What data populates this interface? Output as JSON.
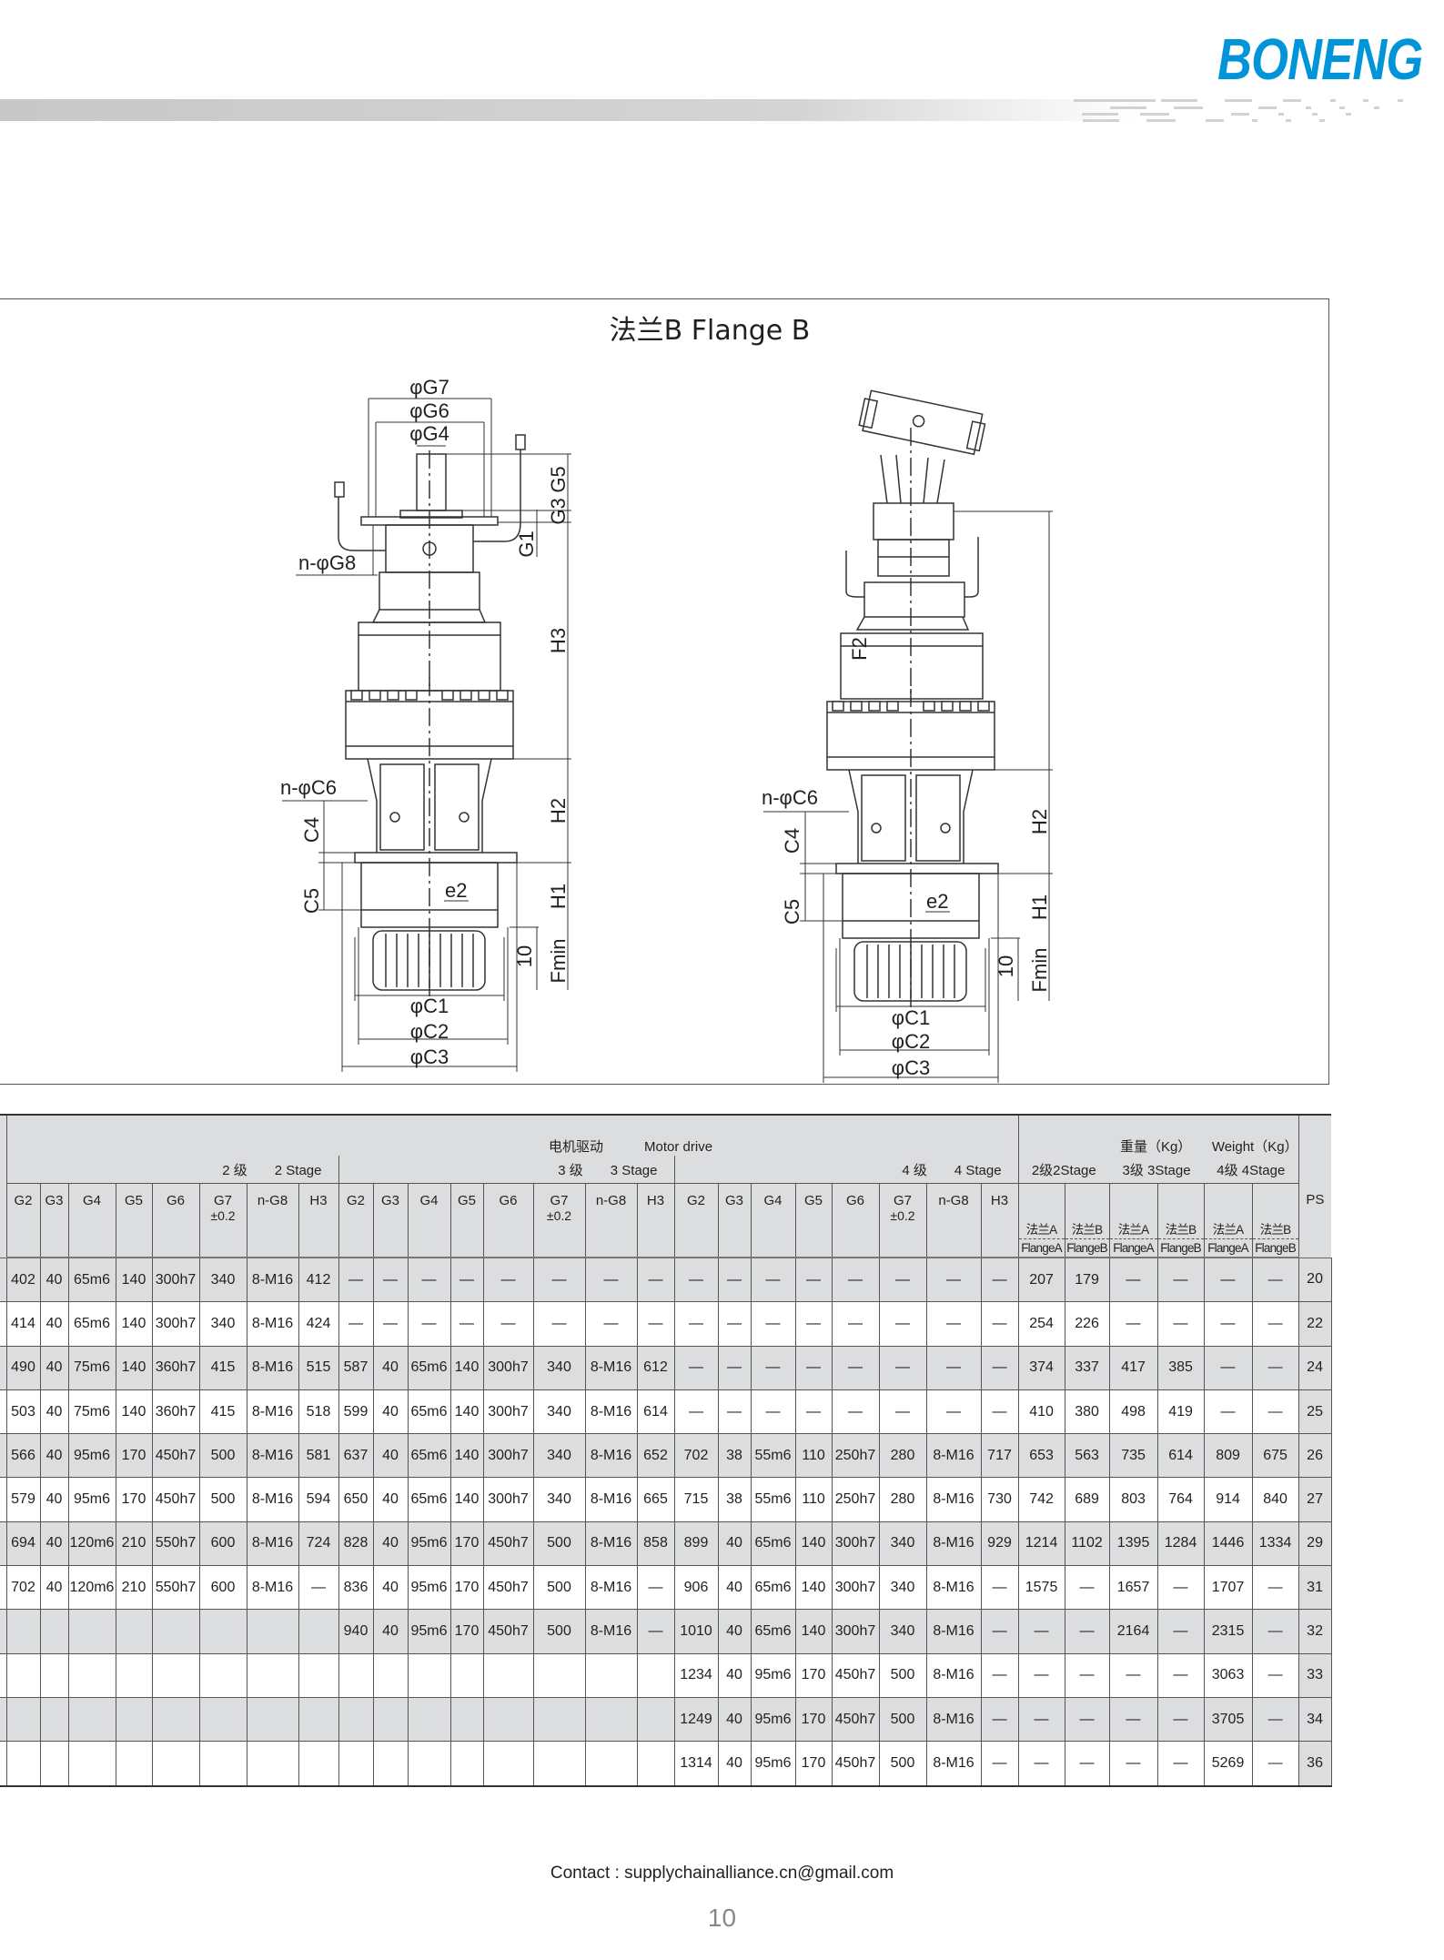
{
  "brand": {
    "logo_text": "BONENG",
    "color": "#0095d9"
  },
  "drawing": {
    "title": "法兰B   Flange B",
    "left": {
      "g7": "φG7",
      "g6": "φG6",
      "g4": "φG4",
      "g5": "G5",
      "g3": "G3",
      "g1": "G1",
      "n_g8": "n-φG8",
      "h3": "H3",
      "n_c6": "n-φC6",
      "c4": "C4",
      "c5": "C5",
      "e2": "e2",
      "h2": "H2",
      "h1": "H1",
      "ten": "10",
      "fmin": "Fmin",
      "c1": "φC1",
      "c2": "φC2",
      "c3": "φC3"
    },
    "right": {
      "f2": "F2",
      "n_c6": "n-φC6",
      "c4": "C4",
      "c5": "C5",
      "e2": "e2",
      "h2": "H2",
      "h1": "H1",
      "ten": "10",
      "fmin": "Fmin",
      "c1": "φC1",
      "c2": "φC2",
      "c3": "φC3"
    }
  },
  "table": {
    "motor_drive_cn": "电机驱动",
    "motor_drive_en": "Motor drive",
    "weight_cn": "重量（Kg）",
    "weight_en": "Weight（Kg）",
    "ps": "PS",
    "stages": [
      {
        "cn": "2  级",
        "en": "2  Stage"
      },
      {
        "cn": "3  级",
        "en": "3  Stage"
      },
      {
        "cn": "4  级",
        "en": "4  Stage"
      }
    ],
    "weight_stages": [
      "2级2Stage",
      "3级 3Stage",
      "4级 4Stage"
    ],
    "dim_columns": [
      "G2",
      "G3",
      "G4",
      "G5",
      "G6",
      "G7",
      "n-G8",
      "H3"
    ],
    "g7_tolerance": "±0.2",
    "flange_cols": [
      {
        "cn": "法兰A",
        "en": "FlangeA"
      },
      {
        "cn": "法兰B",
        "en": "FlangeB"
      }
    ],
    "rows": [
      [
        "402",
        "40",
        "65m6",
        "140",
        "300h7",
        "340",
        "8-M16",
        "412",
        "—",
        "—",
        "—",
        "—",
        "—",
        "—",
        "—",
        "—",
        "—",
        "—",
        "—",
        "—",
        "—",
        "—",
        "—",
        "—",
        "207",
        "179",
        "—",
        "—",
        "—",
        "—",
        "20"
      ],
      [
        "414",
        "40",
        "65m6",
        "140",
        "300h7",
        "340",
        "8-M16",
        "424",
        "—",
        "—",
        "—",
        "—",
        "—",
        "—",
        "—",
        "—",
        "—",
        "—",
        "—",
        "—",
        "—",
        "—",
        "—",
        "—",
        "254",
        "226",
        "—",
        "—",
        "—",
        "—",
        "22"
      ],
      [
        "490",
        "40",
        "75m6",
        "140",
        "360h7",
        "415",
        "8-M16",
        "515",
        "587",
        "40",
        "65m6",
        "140",
        "300h7",
        "340",
        "8-M16",
        "612",
        "—",
        "—",
        "—",
        "—",
        "—",
        "—",
        "—",
        "—",
        "374",
        "337",
        "417",
        "385",
        "—",
        "—",
        "24"
      ],
      [
        "503",
        "40",
        "75m6",
        "140",
        "360h7",
        "415",
        "8-M16",
        "518",
        "599",
        "40",
        "65m6",
        "140",
        "300h7",
        "340",
        "8-M16",
        "614",
        "—",
        "—",
        "—",
        "—",
        "—",
        "—",
        "—",
        "—",
        "410",
        "380",
        "498",
        "419",
        "—",
        "—",
        "25"
      ],
      [
        "566",
        "40",
        "95m6",
        "170",
        "450h7",
        "500",
        "8-M16",
        "581",
        "637",
        "40",
        "65m6",
        "140",
        "300h7",
        "340",
        "8-M16",
        "652",
        "702",
        "38",
        "55m6",
        "110",
        "250h7",
        "280",
        "8-M16",
        "717",
        "653",
        "563",
        "735",
        "614",
        "809",
        "675",
        "26"
      ],
      [
        "579",
        "40",
        "95m6",
        "170",
        "450h7",
        "500",
        "8-M16",
        "594",
        "650",
        "40",
        "65m6",
        "140",
        "300h7",
        "340",
        "8-M16",
        "665",
        "715",
        "38",
        "55m6",
        "110",
        "250h7",
        "280",
        "8-M16",
        "730",
        "742",
        "689",
        "803",
        "764",
        "914",
        "840",
        "27"
      ],
      [
        "694",
        "40",
        "120m6",
        "210",
        "550h7",
        "600",
        "8-M16",
        "724",
        "828",
        "40",
        "95m6",
        "170",
        "450h7",
        "500",
        "8-M16",
        "858",
        "899",
        "40",
        "65m6",
        "140",
        "300h7",
        "340",
        "8-M16",
        "929",
        "1214",
        "1102",
        "1395",
        "1284",
        "1446",
        "1334",
        "29"
      ],
      [
        "702",
        "40",
        "120m6",
        "210",
        "550h7",
        "600",
        "8-M16",
        "—",
        "836",
        "40",
        "95m6",
        "170",
        "450h7",
        "500",
        "8-M16",
        "—",
        "906",
        "40",
        "65m6",
        "140",
        "300h7",
        "340",
        "8-M16",
        "—",
        "1575",
        "—",
        "1657",
        "—",
        "1707",
        "—",
        "31"
      ],
      [
        "",
        "",
        "",
        "",
        "",
        "",
        "",
        "",
        "940",
        "40",
        "95m6",
        "170",
        "450h7",
        "500",
        "8-M16",
        "—",
        "1010",
        "40",
        "65m6",
        "140",
        "300h7",
        "340",
        "8-M16",
        "—",
        "—",
        "—",
        "2164",
        "—",
        "2315",
        "—",
        "32"
      ],
      [
        "",
        "",
        "",
        "",
        "",
        "",
        "",
        "",
        "",
        "",
        "",
        "",
        "",
        "",
        "",
        "",
        "1234",
        "40",
        "95m6",
        "170",
        "450h7",
        "500",
        "8-M16",
        "—",
        "—",
        "—",
        "—",
        "—",
        "3063",
        "—",
        "33"
      ],
      [
        "",
        "",
        "",
        "",
        "",
        "",
        "",
        "",
        "",
        "",
        "",
        "",
        "",
        "",
        "",
        "",
        "1249",
        "40",
        "95m6",
        "170",
        "450h7",
        "500",
        "8-M16",
        "—",
        "—",
        "—",
        "—",
        "—",
        "3705",
        "—",
        "34"
      ],
      [
        "",
        "",
        "",
        "",
        "",
        "",
        "",
        "",
        "",
        "",
        "",
        "",
        "",
        "",
        "",
        "",
        "1314",
        "40",
        "95m6",
        "170",
        "450h7",
        "500",
        "8-M16",
        "—",
        "—",
        "—",
        "—",
        "—",
        "5269",
        "—",
        "36"
      ]
    ]
  },
  "footer": {
    "contact": "Contact : supplychainalliance.cn@gmail.com",
    "page_number": "10"
  }
}
